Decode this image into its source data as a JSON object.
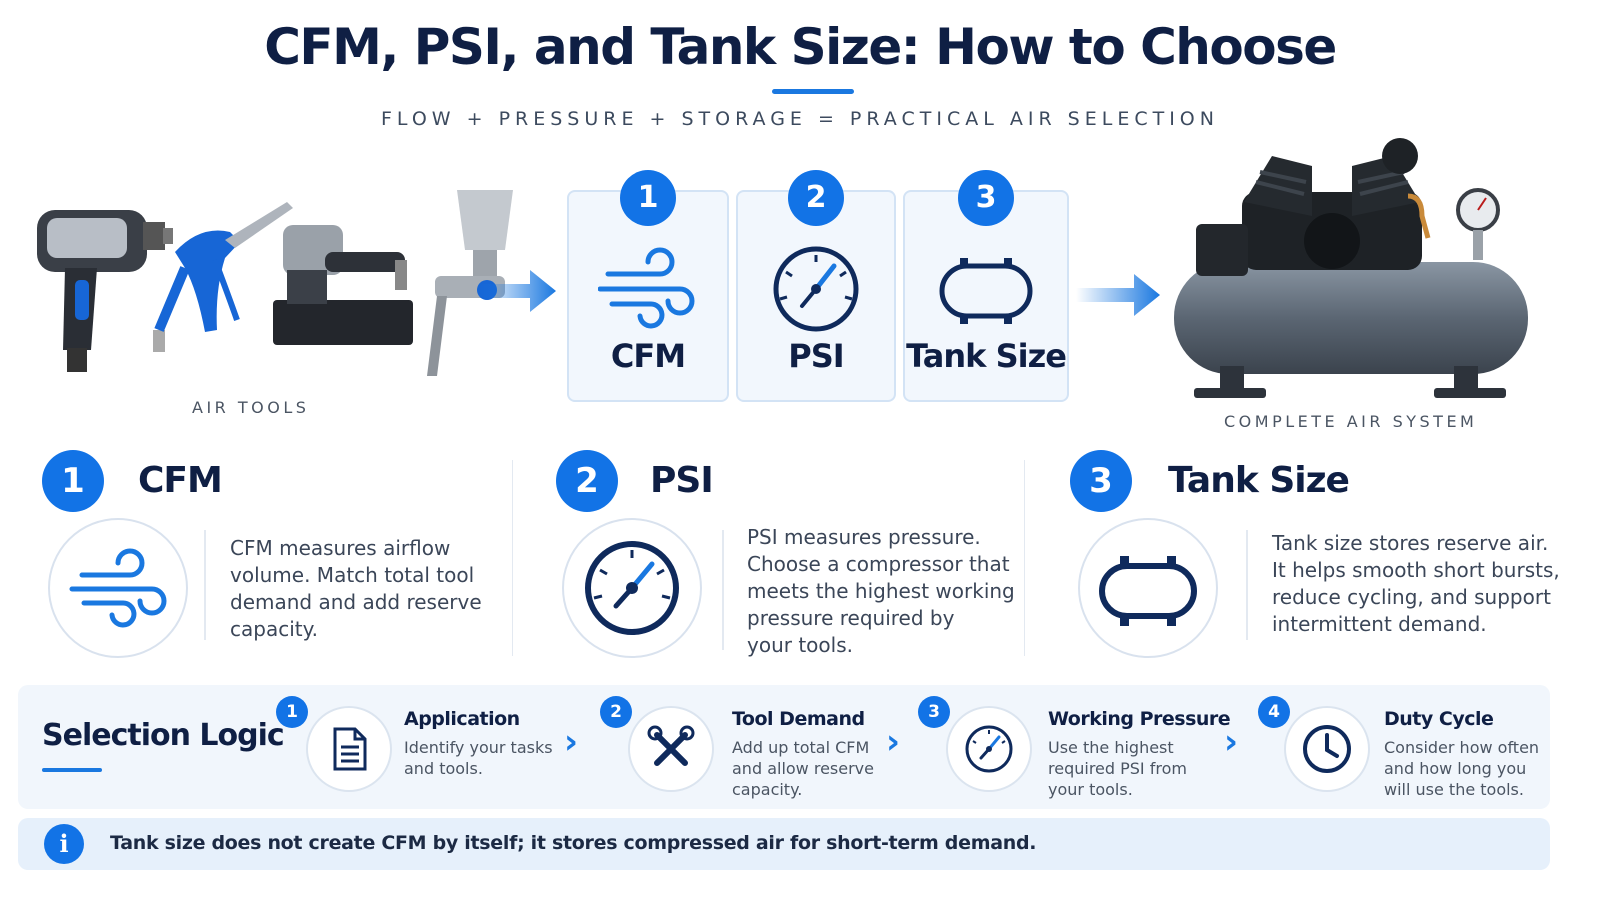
{
  "header": {
    "title": "CFM, PSI, and Tank Size: How to Choose",
    "subtitle": "FLOW + PRESSURE + STORAGE = PRACTICAL AIR SELECTION"
  },
  "left_caption": "AIR TOOLS",
  "right_caption": "COMPLETE AIR SYSTEM",
  "concepts": [
    {
      "num": "1",
      "label": "CFM",
      "icon": "airflow-icon"
    },
    {
      "num": "2",
      "label": "PSI",
      "icon": "pressure-gauge-icon"
    },
    {
      "num": "3",
      "label": "Tank Size",
      "icon": "tank-icon"
    }
  ],
  "sections": [
    {
      "num": "1",
      "title": "CFM",
      "text": [
        "CFM measures airflow",
        "volume. Match total tool",
        "demand and add reserve",
        "capacity."
      ]
    },
    {
      "num": "2",
      "title": "PSI",
      "text": [
        "PSI measures pressure.",
        "Choose a compressor that",
        "meets the highest working",
        "pressure required by",
        "your tools."
      ]
    },
    {
      "num": "3",
      "title": "Tank Size",
      "text": [
        "Tank size stores reserve air.",
        "It helps smooth short bursts,",
        "reduce cycling, and support",
        "intermittent demand."
      ]
    }
  ],
  "logic": {
    "title": "Selection Logic",
    "steps": [
      {
        "num": "1",
        "title": "Application",
        "desc": [
          "Identify your tasks",
          "and tools."
        ],
        "icon": "document-icon"
      },
      {
        "num": "2",
        "title": "Tool Demand",
        "desc": [
          "Add up total CFM",
          "and allow reserve",
          "capacity."
        ],
        "icon": "tools-icon"
      },
      {
        "num": "3",
        "title": "Working Pressure",
        "desc": [
          "Use the highest",
          "required PSI from",
          "your tools."
        ],
        "icon": "gauge-icon"
      },
      {
        "num": "4",
        "title": "Duty Cycle",
        "desc": [
          "Consider how often",
          "and how long you",
          "will use the tools."
        ],
        "icon": "clock-icon"
      }
    ]
  },
  "note": "Tank size does not create CFM by itself; it stores compressed air for short-term demand.",
  "colors": {
    "accent": "#1273e6",
    "navy": "#0f1f44"
  }
}
